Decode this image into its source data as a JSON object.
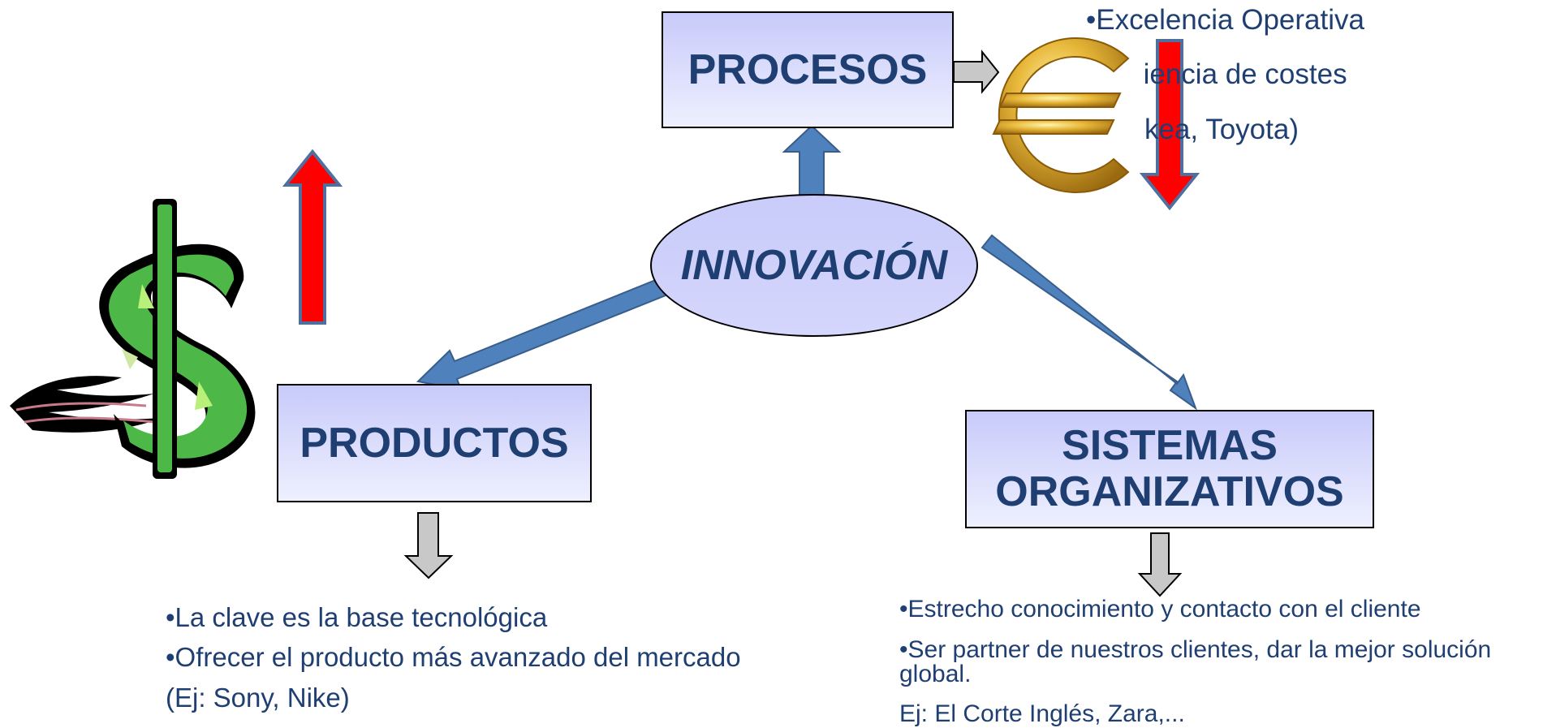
{
  "center": {
    "label": "INNOVACIÓN"
  },
  "boxes": {
    "procesos": "PROCESOS",
    "productos": "PRODUCTOS",
    "sistemas_line1": "SISTEMAS",
    "sistemas_line2": "ORGANIZATIVOS"
  },
  "procesos_bullets": {
    "line1": "•Excelencia Operativa",
    "line2": "•Eficiencia de costes",
    "line3": "(Ej: Ikea, Toyota)"
  },
  "productos_bullets": {
    "line1": "•La clave es la base tecnológica",
    "line2": "•Ofrecer el producto más avanzado del mercado",
    "line3": "(Ej: Sony, Nike)"
  },
  "sistemas_bullets": {
    "line1": "•Estrecho conocimiento y contacto con el cliente",
    "line2a": "•Ser partner de nuestros clientes, dar la mejor solución",
    "line2b": "global.",
    "line3": "Ej: El Corte Inglés, Zara,..."
  },
  "icons": {
    "dollar": "dollar-sign-clipart",
    "euro": "euro-sign-clipart",
    "arrow_up": "red-arrow-up",
    "arrow_down": "red-arrow-down"
  },
  "colors": {
    "text": "#1f3f73",
    "box_fill": "#c8cafa",
    "connector": "#4f81bd",
    "red_arrow": "#ff0000",
    "gray_arrow": "#c0c0c0",
    "dollar_green": "#4db848",
    "euro_gold": "#d9a520"
  }
}
